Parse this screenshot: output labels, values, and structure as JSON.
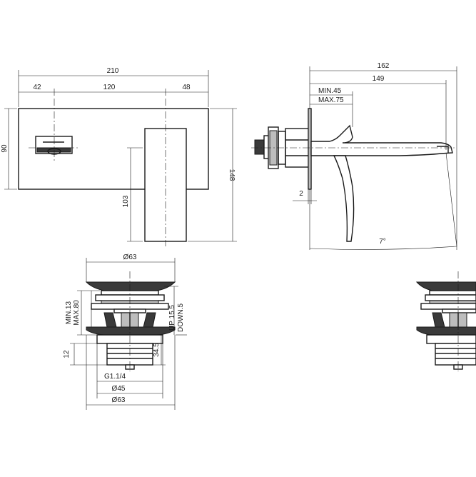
{
  "front_view": {
    "dims": {
      "total_width": "210",
      "left_offset": "42",
      "center_span": "120",
      "right_offset": "48",
      "plate_height": "90",
      "total_height": "148",
      "lever_height": "103"
    }
  },
  "side_view": {
    "dims": {
      "total_length": "162",
      "spout_length": "149",
      "wall_min": "MIN.45",
      "wall_max": "MAX.75",
      "plate_thickness": "2",
      "angle": "7°"
    }
  },
  "waste_valve": {
    "dims": {
      "cap_diameter": "Ø63",
      "height_min": "MIN.13",
      "height_max": "MAX.80",
      "travel_up": "UP 15.5",
      "travel_down": "DOWN.5",
      "flange_height": "34.5",
      "thread_height": "12",
      "thread": "G1.1/4",
      "body_diameter": "Ø45",
      "flange_diameter": "Ø63"
    }
  }
}
